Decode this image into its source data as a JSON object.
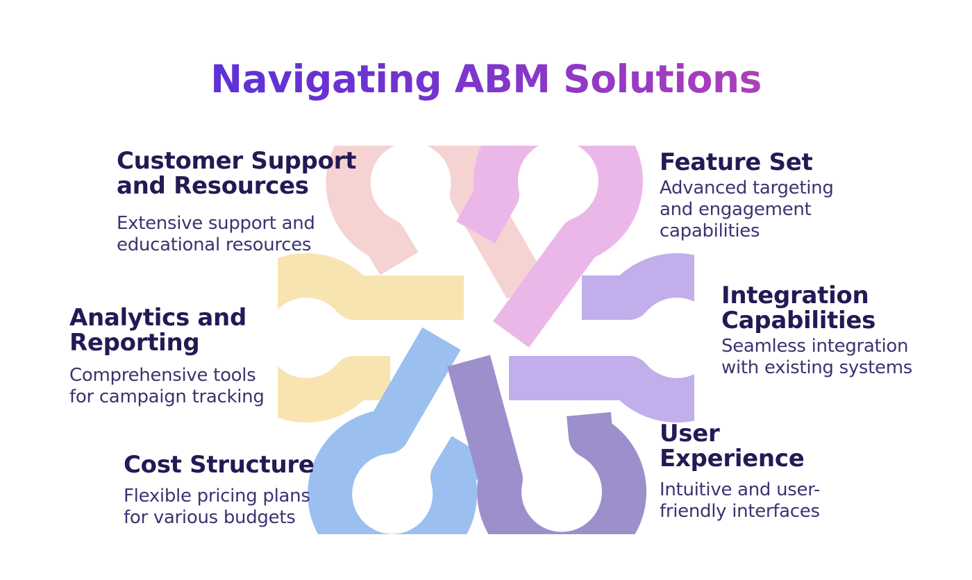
{
  "title": "Navigating ABM Solutions",
  "colors": {
    "title_gradient": [
      "#4a2fdd",
      "#6f33d0",
      "#a13cc0",
      "#cc4aa6"
    ],
    "heading": "#231a55",
    "body": "#3a3470",
    "loop_customer_support": "#f5d3d3",
    "loop_feature_set": "#ebb7e9",
    "loop_integration": "#c1aeea",
    "loop_user_experience": "#9d8fcb",
    "loop_cost_structure": "#9bbfef",
    "loop_analytics": "#f7e4b0"
  },
  "items": {
    "customer_support": {
      "heading_line1": "Customer Support",
      "heading_line2": "and Resources",
      "desc_line1": "Extensive support and",
      "desc_line2": "educational resources"
    },
    "analytics": {
      "heading_line1": "Analytics and",
      "heading_line2": "Reporting",
      "desc_line1": "Comprehensive tools",
      "desc_line2": "for campaign tracking"
    },
    "cost": {
      "heading": "Cost Structure",
      "desc_line1": "Flexible pricing plans",
      "desc_line2": "for various budgets"
    },
    "feature": {
      "heading": "Feature Set",
      "desc_line1": "Advanced targeting",
      "desc_line2": "and engagement",
      "desc_line3": "capabilities"
    },
    "integration": {
      "heading_line1": "Integration",
      "heading_line2": "Capabilities",
      "desc_line1": "Seamless integration",
      "desc_line2": "with existing systems"
    },
    "ux": {
      "heading_line1": "User",
      "heading_line2": "Experience",
      "desc_line1": "Intuitive and user-",
      "desc_line2": "friendly interfaces"
    }
  },
  "knot_icon": "six-loop-knot-icon"
}
